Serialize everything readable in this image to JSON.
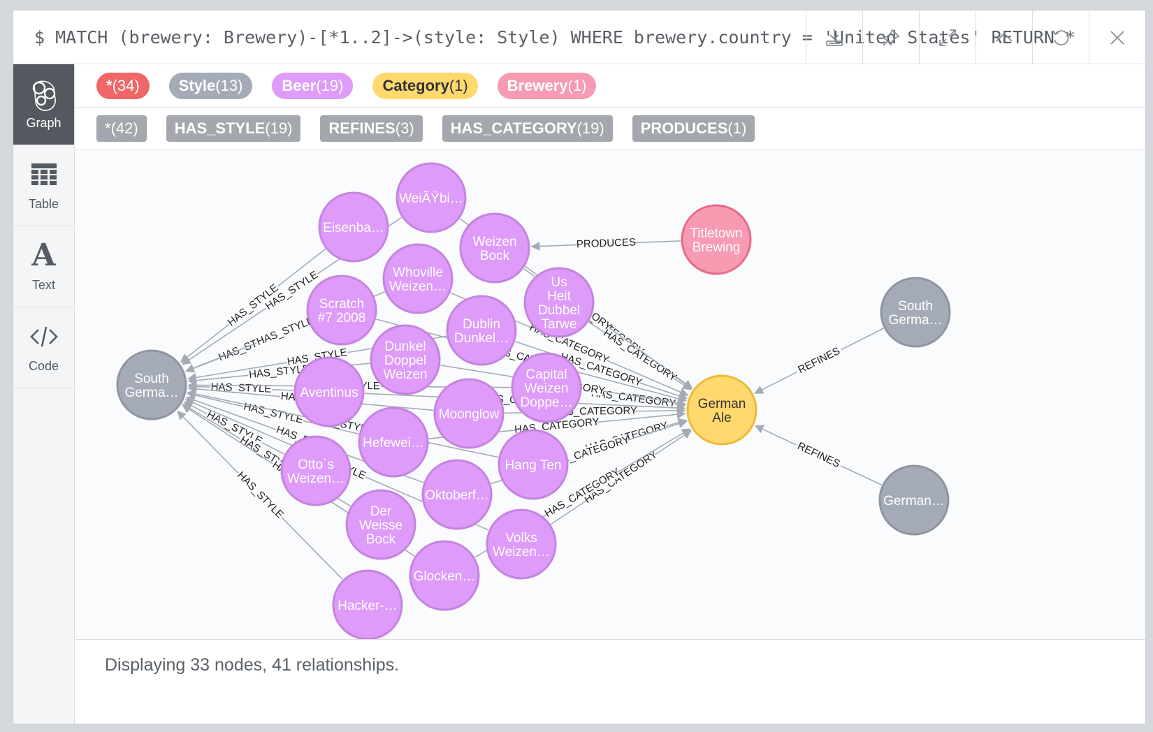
{
  "query": "$ MATCH (brewery: Brewery)-[*1..2]->(style: Style) WHERE brewery.country = 'United States' RETURN *",
  "toolbar": {
    "buttons": [
      {
        "name": "download-icon"
      },
      {
        "name": "pin-icon"
      },
      {
        "name": "expand-icon"
      },
      {
        "name": "collapse-icon"
      },
      {
        "name": "rerun-icon"
      },
      {
        "name": "close-icon"
      }
    ]
  },
  "sidebar": {
    "items": [
      {
        "label": "Graph",
        "icon": "graph-icon",
        "active": true
      },
      {
        "label": "Table",
        "icon": "table-icon"
      },
      {
        "label": "Text",
        "icon": "text-icon",
        "glyph": "A"
      },
      {
        "label": "Code",
        "icon": "code-icon"
      }
    ]
  },
  "node_labels": [
    {
      "name": "*",
      "count": "(34)",
      "color": "#f16667",
      "text_color": "#ffffff"
    },
    {
      "name": "Style",
      "count": "(13)",
      "color": "#a5abb6",
      "text_color": "#ffffff"
    },
    {
      "name": "Beer",
      "count": "(19)",
      "color": "#de9bf9",
      "text_color": "#ffffff"
    },
    {
      "name": "Category",
      "count": "(1)",
      "color": "#ffd86e",
      "text_color": "#333333"
    },
    {
      "name": "Brewery",
      "count": "(1)",
      "color": "#f79bb2",
      "text_color": "#ffffff"
    }
  ],
  "relationship_types": [
    {
      "name": "*",
      "count": "(42)"
    },
    {
      "name": "HAS_STYLE",
      "count": "(19)"
    },
    {
      "name": "REFINES",
      "count": "(3)"
    },
    {
      "name": "HAS_CATEGORY",
      "count": "(19)"
    },
    {
      "name": "PRODUCES",
      "count": "(1)"
    }
  ],
  "colors": {
    "beer_fill": "#de9bf9",
    "beer_stroke": "#c584e0",
    "style_fill": "#a5abb6",
    "style_stroke": "#8f96a1",
    "category_fill": "#ffd86e",
    "category_stroke": "#edba39",
    "brewery_fill": "#f79bb2",
    "brewery_stroke": "#e86b8c",
    "edge": "#a5abb6"
  },
  "graph": {
    "nodes": [
      {
        "id": "sg1",
        "type": "style",
        "lines": [
          "South",
          "Germa…"
        ]
      },
      {
        "id": "sg2",
        "type": "style",
        "lines": [
          "South",
          "Germa…"
        ]
      },
      {
        "id": "gm",
        "type": "style",
        "lines": [
          "German…"
        ]
      },
      {
        "id": "ga",
        "type": "category",
        "lines": [
          "German",
          "Ale"
        ]
      },
      {
        "id": "tb",
        "type": "brewery",
        "lines": [
          "Titletown",
          "Brewing"
        ]
      },
      {
        "id": "weiss",
        "type": "beer",
        "lines": [
          "WeiÃŸbi…"
        ]
      },
      {
        "id": "eisen",
        "type": "beer",
        "lines": [
          "Eisenba…"
        ]
      },
      {
        "id": "weizb",
        "type": "beer",
        "lines": [
          "Weizen",
          "Bock"
        ]
      },
      {
        "id": "whov",
        "type": "beer",
        "lines": [
          "Whoville",
          "Weizen…"
        ]
      },
      {
        "id": "usheit",
        "type": "beer",
        "lines": [
          "Us",
          "Heit",
          "Dubbel",
          "Tarwe"
        ]
      },
      {
        "id": "scratch",
        "type": "beer",
        "lines": [
          "Scratch",
          "#7 2008"
        ]
      },
      {
        "id": "dublin",
        "type": "beer",
        "lines": [
          "Dublin",
          "Dunkel…"
        ]
      },
      {
        "id": "dunkel",
        "type": "beer",
        "lines": [
          "Dunkel",
          "Doppel",
          "Weizen"
        ]
      },
      {
        "id": "capital",
        "type": "beer",
        "lines": [
          "Capital",
          "Weizen",
          "Doppe…"
        ]
      },
      {
        "id": "aventinus",
        "type": "beer",
        "lines": [
          "Aventinus"
        ]
      },
      {
        "id": "moonglow",
        "type": "beer",
        "lines": [
          "Moonglow"
        ]
      },
      {
        "id": "hefe",
        "type": "beer",
        "lines": [
          "Hefewei…"
        ]
      },
      {
        "id": "otto",
        "type": "beer",
        "lines": [
          "Otto`s",
          "Weizen…"
        ]
      },
      {
        "id": "hangten",
        "type": "beer",
        "lines": [
          "Hang Ten"
        ]
      },
      {
        "id": "oktober",
        "type": "beer",
        "lines": [
          "Oktoberf…"
        ]
      },
      {
        "id": "derweisse",
        "type": "beer",
        "lines": [
          "Der",
          "Weisse",
          "Bock"
        ]
      },
      {
        "id": "volks",
        "type": "beer",
        "lines": [
          "Volks",
          "Weizen…"
        ]
      },
      {
        "id": "glocken",
        "type": "beer",
        "lines": [
          "Glocken…"
        ]
      },
      {
        "id": "hacker",
        "type": "beer",
        "lines": [
          "Hacker-…"
        ]
      }
    ],
    "edges": [
      {
        "from": "tb",
        "to": "weizb",
        "label": "PRODUCES"
      },
      {
        "from": "sg2",
        "to": "ga",
        "label": "REFINES"
      },
      {
        "from": "gm",
        "to": "ga",
        "label": "REFINES"
      },
      {
        "from": "eisen",
        "to": "sg1",
        "label": "HAS_STYLE"
      },
      {
        "from": "weiss",
        "to": "sg1",
        "label": "HAS_STYLE"
      },
      {
        "from": "scratch",
        "to": "sg1",
        "label": "HAS_STYLE"
      },
      {
        "from": "whov",
        "to": "sg1",
        "label": "HAS_STYLE"
      },
      {
        "from": "dunkel",
        "to": "sg1",
        "label": "HAS_STYLE"
      },
      {
        "from": "dublin",
        "to": "sg1",
        "label": "HAS_STYLE"
      },
      {
        "from": "aventinus",
        "to": "sg1",
        "label": "HAS_STYLE"
      },
      {
        "from": "moonglow",
        "to": "sg1",
        "label": "HAS_STYLE"
      },
      {
        "from": "hefe",
        "to": "sg1",
        "label": "HAS_STYLE"
      },
      {
        "from": "otto",
        "to": "sg1",
        "label": "HAS_STYLE"
      },
      {
        "from": "oktober",
        "to": "sg1",
        "label": "HAS_STYLE"
      },
      {
        "from": "derweisse",
        "to": "sg1",
        "label": "HAS_STYLE"
      },
      {
        "from": "hacker",
        "to": "sg1",
        "label": "HAS_STYLE"
      },
      {
        "from": "hangten",
        "to": "sg1",
        "label": "HAS_STYLE"
      },
      {
        "from": "capital",
        "to": "sg1",
        "label": "HAS_STYLE"
      },
      {
        "from": "volks",
        "to": "sg1",
        "label": "HAS_STYLE"
      },
      {
        "from": "glocken",
        "to": "sg1",
        "label": "HAS_STYLE"
      },
      {
        "from": "weizb",
        "to": "ga",
        "label": "HAS_CATEGORY"
      },
      {
        "from": "usheit",
        "to": "ga",
        "label": "HAS_CATEGORY"
      },
      {
        "from": "whov",
        "to": "ga",
        "label": "HAS_CATEGORY"
      },
      {
        "from": "dublin",
        "to": "ga",
        "label": "HAS_CATEGORY"
      },
      {
        "from": "capital",
        "to": "ga",
        "label": "HAS_CATEGORY"
      },
      {
        "from": "moonglow",
        "to": "ga",
        "label": "HAS_CATEGORY"
      },
      {
        "from": "hangten",
        "to": "ga",
        "label": "HAS_CATEGORY"
      },
      {
        "from": "volks",
        "to": "ga",
        "label": "HAS_CATEGORY"
      },
      {
        "from": "weiss",
        "to": "ga",
        "label": "HAS_CATEGORY"
      },
      {
        "from": "dunkel",
        "to": "ga",
        "label": "HAS_CATEGORY"
      },
      {
        "from": "hefe",
        "to": "ga",
        "label": "HAS_CATEGORY"
      },
      {
        "from": "oktober",
        "to": "ga",
        "label": "HAS_CATEGORY"
      },
      {
        "from": "glocken",
        "to": "ga",
        "label": "HAS_CATEGORY"
      },
      {
        "from": "scratch",
        "to": "ga",
        "label": "HAS_CATEGORY"
      },
      {
        "from": "aventinus",
        "to": "ga",
        "label": "HAS_CATEGORY"
      }
    ]
  },
  "status_text": "Displaying 33 nodes, 41 relationships."
}
